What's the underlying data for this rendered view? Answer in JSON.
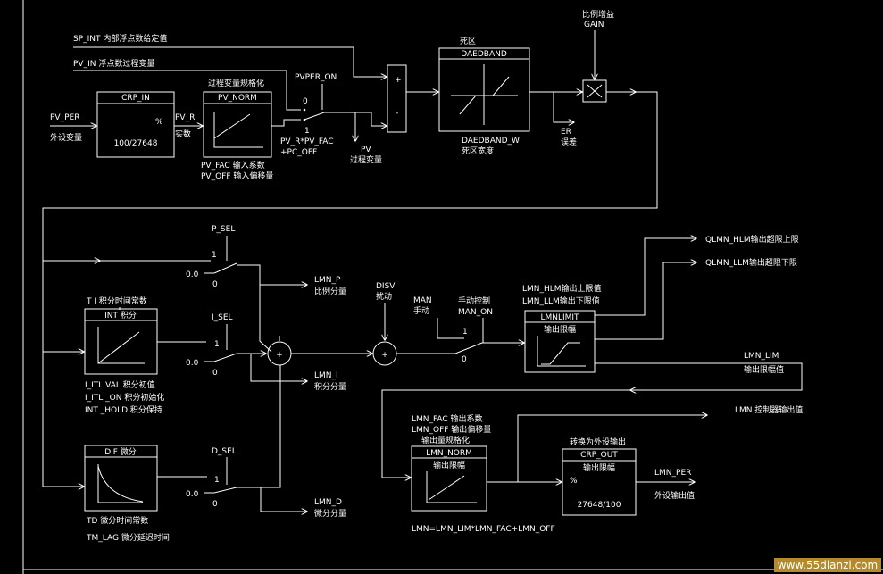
{
  "labels": {
    "sp_int": "SP_INT 内部浮点数给定值",
    "pv_in": "PV_IN 浮点数过程变量",
    "pv_per": "PV_PER",
    "pv_per_cn": "外设变量",
    "crp_in": "CRP_IN",
    "crp_in_pct": "%",
    "crp_in_ratio": "100/27648",
    "pv_r": "PV_R",
    "pv_r_cn": "实数",
    "pv_norm_title": "过程变量规格化",
    "pv_norm": "PV_NORM",
    "pv_fac": "PV_FAC  输入系数",
    "pv_off": "PV_OFF  输入偏移量",
    "pvper_on": "PVPER_ON",
    "sw_zero": "0",
    "sw_one": "1",
    "pv_formula1": "PV_R*PV_FAC",
    "pv_formula2": "+PC_OFF",
    "pv": "PV",
    "pv_cn": "过程变量",
    "plus": "+",
    "minus": "-",
    "deadband_title": "死区",
    "deadband": "DAEDBAND",
    "deadband_w": "DAEDBAND_W",
    "deadband_w_cn": "死区宽度",
    "er": "ER",
    "er_cn": "误差",
    "gain_cn": "比例增益",
    "gain": "GAIN",
    "p_sel": "P_SEL",
    "i_sel": "I_SEL",
    "d_sel": "D_SEL",
    "zero_val": "0.0",
    "lmn_p": "LMN_P",
    "lmn_p_cn": "比例分量",
    "lmn_i": "LMN_I",
    "lmn_i_cn": "积分分量",
    "lmn_d": "LMN_D",
    "lmn_d_cn": "微分分量",
    "ti_cn": "T I 积分时间常数",
    "int_block": "INT 积分",
    "i_itl_val": "I_ITL VAL 积分初值",
    "i_itl_on": "I_ITL _ON 积分初始化",
    "int_hold": "INT _HOLD 积分保持",
    "dif_block": "DIF 微分",
    "td": "TD  微分时间常数",
    "tm_lag": "TM_LAG  微分延迟时间",
    "disv": "DISV",
    "disv_cn": "扰动",
    "man": "MAN",
    "man_cn": "手动",
    "man_on_cn": "手动控制",
    "man_on": "MAN_ON",
    "lmn_hlm": "LMN_HLM输出上限值",
    "lmn_llm": "LMN_LLM输出下限值",
    "lmnlimit": "LMNLIMIT",
    "lmnlimit_cn": "输出限幅",
    "qlmn_hlm": "QLMN_HLM输出超限上限",
    "qlmn_llm": "QLMN_LLM输出超限下限",
    "lmn_lim": "LMN_LIM",
    "lmn_lim_cn": "输出限幅值",
    "lmn_fac": "LMN_FAC 输出系数",
    "lmn_off": "LMN_OFF 输出偏移量",
    "lmn_norm_title": "输出量规格化",
    "lmn_norm": "LMN_NORM",
    "lmn_norm_cn": "输出限幅",
    "lmn_out": "LMN 控制器输出值",
    "crp_out_title": "转换为外设输出",
    "crp_out": "CRP_OUT",
    "crp_out_cn": "输出限幅",
    "crp_out_pct": "%",
    "crp_out_ratio": "27648/100",
    "lmn_per": "LMN_PER",
    "lmn_per_cn": "外设输出值",
    "lmn_formula": "LMN=LMN_LIM*LMN_FAC+LMN_OFF",
    "watermark": "www.55dianzi.com"
  },
  "colors": {
    "background": "#000000",
    "line": "#ffffff",
    "watermark_bg": "#b48a2b"
  }
}
